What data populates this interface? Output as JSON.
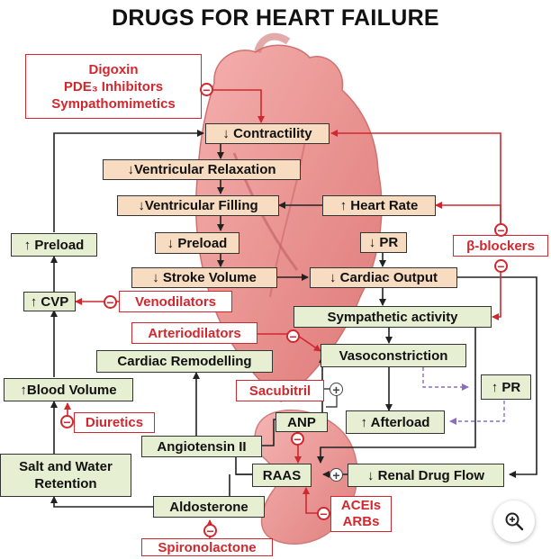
{
  "title": "DRUGS FOR HEART FAILURE",
  "drugs": {
    "inotropes": [
      "Digoxin",
      "PDE₃ Inhibitors",
      "Sympathomimetics"
    ],
    "beta_blockers": "β-blockers",
    "venodilators": "Venodilators",
    "arteriodilators": "Arteriodilators",
    "sacubitril": "Sacubitril",
    "diuretics": "Diuretics",
    "aceis": "ACEIs",
    "arbs": "ARBs",
    "spironolactone": "Spironolactone"
  },
  "nodes": {
    "contractility": "↓ Contractility",
    "ventricular_relaxation": "↓Ventricular Relaxation",
    "ventricular_filling": "↓Ventricular Filling",
    "heart_rate": "↑ Heart Rate",
    "preload_inner": "↓ Preload",
    "pr_top": "↓ PR",
    "stroke_volume": "↓ Stroke Volume",
    "cardiac_output": "↓ Cardiac Output",
    "preload_left": "↑ Preload",
    "cvp": "↑ CVP",
    "sympathetic_activity": "Sympathetic activity",
    "cardiac_remodelling": "Cardiac Remodelling",
    "vasoconstriction": "Vasoconstriction",
    "blood_volume": "↑Blood Volume",
    "pr_right": "↑ PR",
    "anp": "ANP",
    "afterload": "↑ Afterload",
    "angiotensin_ii": "Angiotensin II",
    "salt_water_line1": "Salt and Water",
    "salt_water_line2": "Retention",
    "raas": "RAAS",
    "renal_drug_flow": "↓ Renal Drug Flow",
    "aldosterone": "Aldosterone"
  },
  "symbols": {
    "inhibit": "−",
    "stimulate": "+"
  },
  "colors": {
    "drug_red": "#d0282e",
    "heart_red": "#dd6a6a",
    "box_peach": "#f7dcc2",
    "box_green": "#e7efd3"
  },
  "icons": {
    "zoom": "zoom-in-icon"
  }
}
